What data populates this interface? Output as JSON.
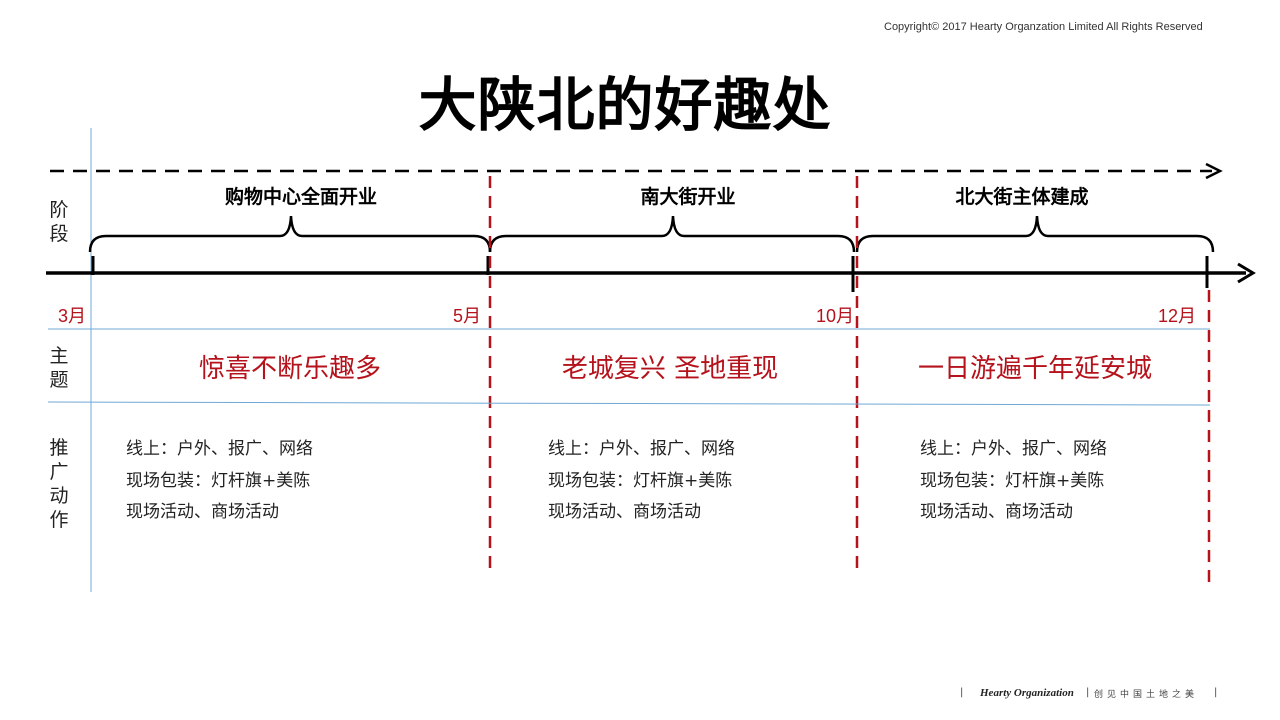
{
  "copyright": "Copyright© 2017 Hearty Organzation Limited All Rights Reserved",
  "title": "大陕北的好趣处",
  "row_labels": {
    "stage": "阶段",
    "theme": "主题",
    "promo": "推广动作"
  },
  "phases": [
    "购物中心全面开业",
    "南大街开业",
    "北大街主体建成"
  ],
  "months": [
    "3月",
    "5月",
    "10月",
    "12月"
  ],
  "themes": [
    "惊喜不断乐趣多",
    "老城复兴  圣地重现",
    "一日游遍千年延安城"
  ],
  "actions": [
    [
      "线上：户外、报广、网络",
      "现场包装：灯杆旗+美陈",
      "现场活动、商场活动"
    ],
    [
      "线上：户外、报广、网络",
      "现场包装：灯杆旗+美陈",
      "现场活动、商场活动"
    ],
    [
      "线上：户外、报广、网络",
      "现场包装：灯杆旗+美陈",
      "现场活动、商场活动"
    ]
  ],
  "footer": {
    "brand": "Hearty Organization",
    "slogan": "创见中国土地之美",
    "bar": "|"
  },
  "colors": {
    "accent_red": "#b5121b",
    "guide_blue": "#6fa8d6",
    "line": "#000000"
  }
}
